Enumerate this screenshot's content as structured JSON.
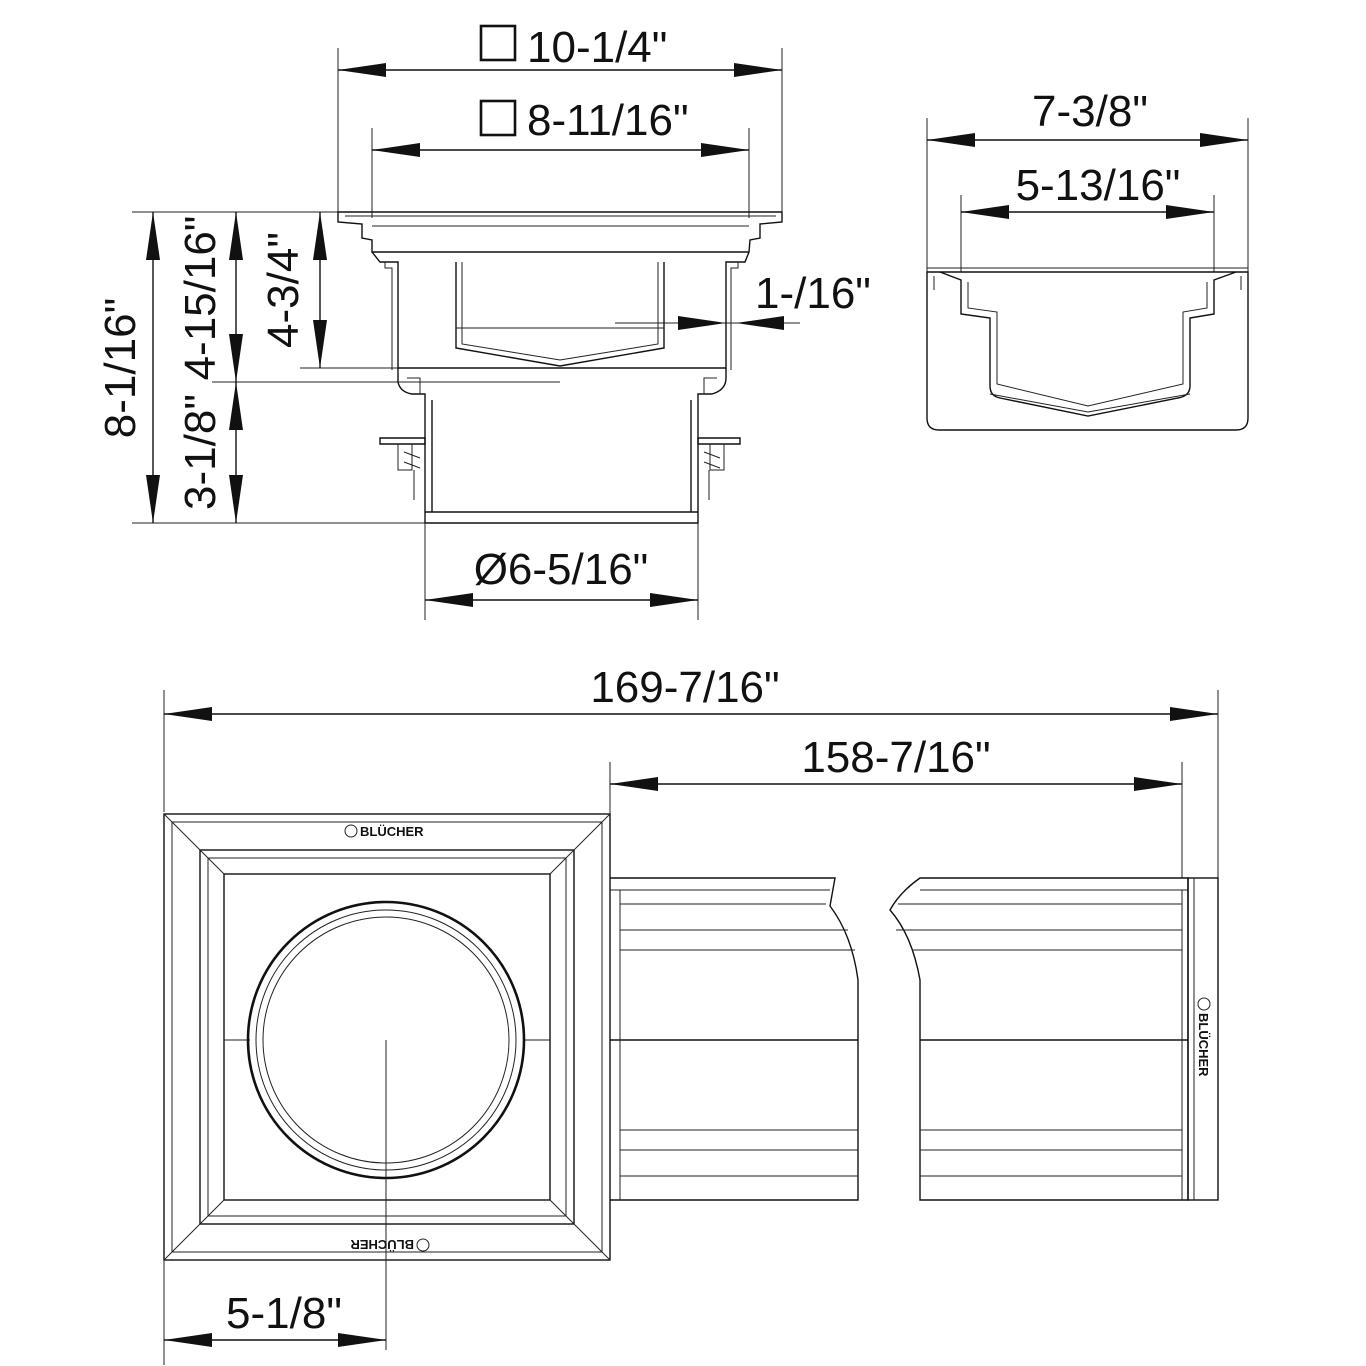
{
  "dimensions": {
    "top_outer_square": "10-1/4\"",
    "top_inner_square": "8-11/16\"",
    "total_height": "8-1/16\"",
    "height_body": "4-15/16\"",
    "height_upper": "4-3/4\"",
    "height_outlet": "3-1/8\"",
    "offset": "1-/16\"",
    "outlet_diameter": "Ø6-5/16\"",
    "channel_outer_width": "7-3/8\"",
    "channel_inner_width": "5-13/16\"",
    "overall_length": "169-7/16\"",
    "channel_length": "158-7/16\"",
    "outlet_center": "5-1/8\""
  },
  "brand_marks": [
    "BLÜCHER",
    "BLÜCHER",
    "BLÜCHER"
  ]
}
